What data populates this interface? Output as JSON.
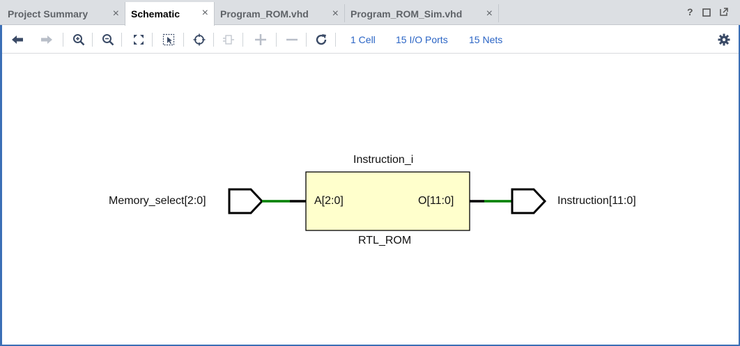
{
  "tabs": [
    {
      "label": "Project Summary",
      "active": false
    },
    {
      "label": "Schematic",
      "active": true
    },
    {
      "label": "Program_ROM.vhd",
      "active": false
    },
    {
      "label": "Program_ROM_Sim.vhd",
      "active": false
    }
  ],
  "tab_close_glyph": "×",
  "window_controls": {
    "help": "?",
    "restore": "restore-icon",
    "float": "float-icon"
  },
  "toolbar": {
    "buttons": [
      "back-icon",
      "forward-icon",
      "zoom-in-icon",
      "zoom-out-icon",
      "zoom-fit-icon",
      "zoom-area-icon",
      "crosshair-icon",
      "expand-icon",
      "plus-icon",
      "minus-icon",
      "refresh-icon"
    ],
    "stats": {
      "cells": "1 Cell",
      "ports": "15 I/O Ports",
      "nets": "15 Nets"
    },
    "settings": "gear-icon"
  },
  "schematic": {
    "instance_name": "Instruction_i",
    "cell_type": "RTL_ROM",
    "input_pin": "A[2:0]",
    "output_pin": "O[11:0]",
    "input_port": "Memory_select[2:0]",
    "output_port": "Instruction[11:0]",
    "colors": {
      "cell_fill": "#ffffcc",
      "net": "#008000",
      "pin_stub": "#000000",
      "link": "#2a64c5"
    }
  }
}
